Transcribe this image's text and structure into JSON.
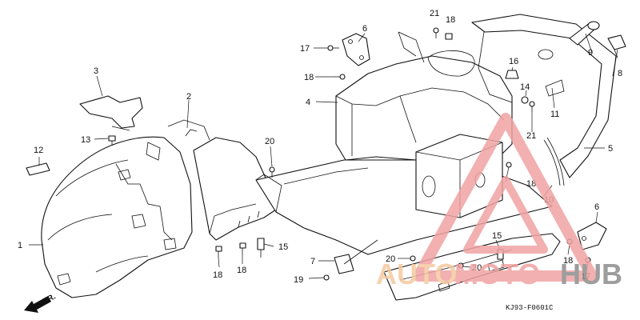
{
  "diagram": {
    "code": "KJ93-F0601C",
    "front_label": "FR.",
    "callouts": [
      {
        "id": "c1",
        "label": "1"
      },
      {
        "id": "c2",
        "label": "2"
      },
      {
        "id": "c3",
        "label": "3"
      },
      {
        "id": "c4",
        "label": "4"
      },
      {
        "id": "c5",
        "label": "5"
      },
      {
        "id": "c6a",
        "label": "6"
      },
      {
        "id": "c6b",
        "label": "6"
      },
      {
        "id": "c7",
        "label": "7"
      },
      {
        "id": "c8",
        "label": "8"
      },
      {
        "id": "c9",
        "label": "9"
      },
      {
        "id": "c10",
        "label": "10"
      },
      {
        "id": "c11",
        "label": "11"
      },
      {
        "id": "c12",
        "label": "12"
      },
      {
        "id": "c13",
        "label": "13"
      },
      {
        "id": "c14",
        "label": "14"
      },
      {
        "id": "c15a",
        "label": "15"
      },
      {
        "id": "c15b",
        "label": "15"
      },
      {
        "id": "c16",
        "label": "16"
      },
      {
        "id": "c17a",
        "label": "17"
      },
      {
        "id": "c17b",
        "label": "17"
      },
      {
        "id": "c18a",
        "label": "18"
      },
      {
        "id": "c18b",
        "label": "18"
      },
      {
        "id": "c18c",
        "label": "18"
      },
      {
        "id": "c18d",
        "label": "18"
      },
      {
        "id": "c18e",
        "label": "18"
      },
      {
        "id": "c18f",
        "label": "18"
      },
      {
        "id": "c18g",
        "label": "18"
      },
      {
        "id": "c19",
        "label": "19"
      },
      {
        "id": "c20a",
        "label": "20"
      },
      {
        "id": "c20b",
        "label": "20"
      },
      {
        "id": "c20c",
        "label": "20"
      },
      {
        "id": "c21a",
        "label": "21"
      },
      {
        "id": "c21b",
        "label": "21"
      }
    ]
  },
  "watermark": {
    "text_auto": "AUTO",
    "text_moto": "MOTO",
    "text_hub": "HUB",
    "color_primary": "#f0a3a3",
    "color_accent": "#f5c9a0",
    "color_dark": "#8c8c8c"
  }
}
